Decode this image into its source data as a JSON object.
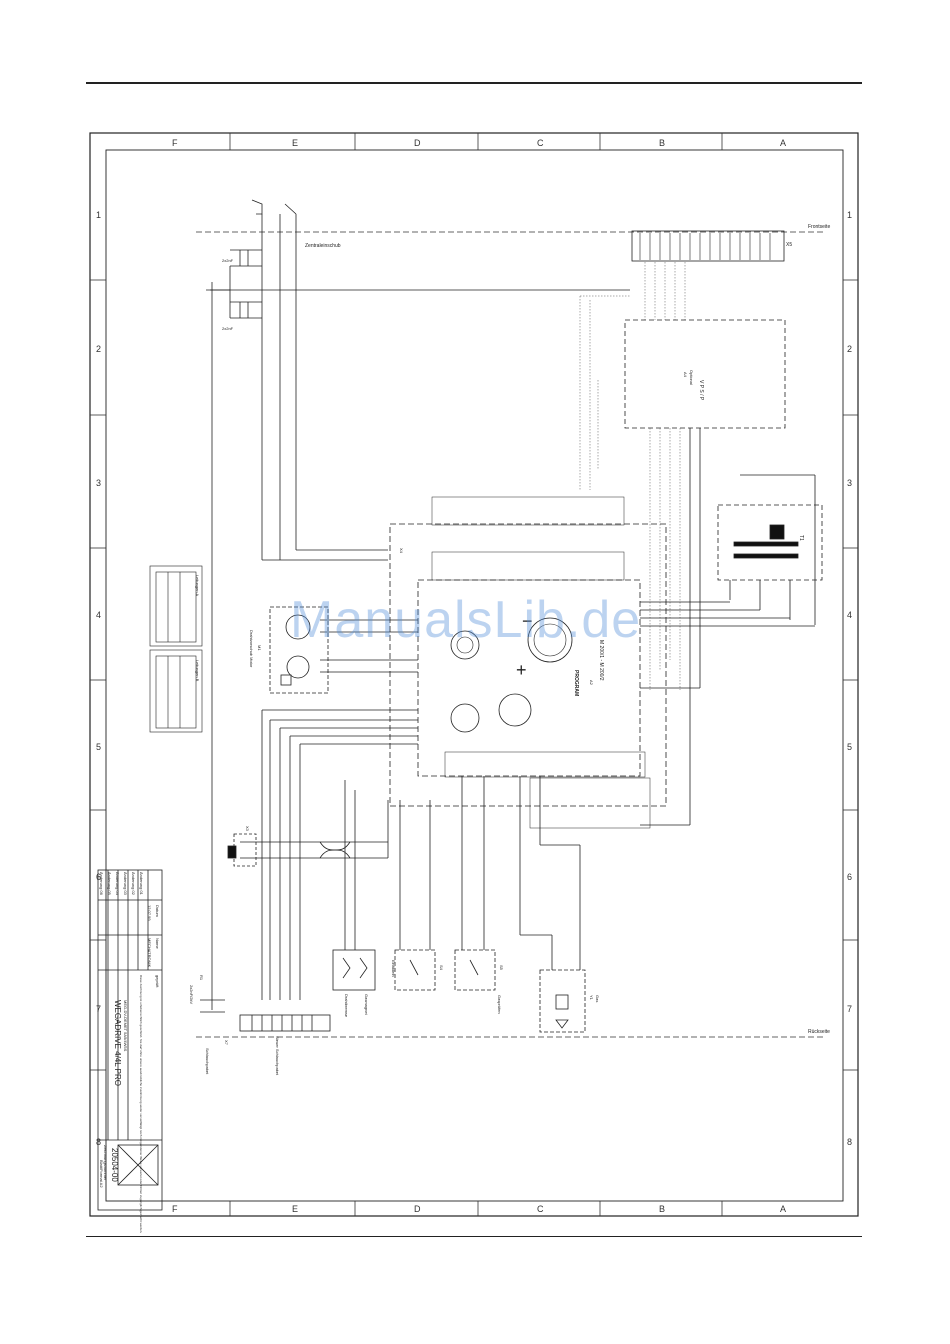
{
  "watermark": "ManualsLib.de",
  "grid": {
    "columns": [
      "F",
      "E",
      "D",
      "C",
      "B",
      "A"
    ],
    "rows": [
      "1",
      "2",
      "3",
      "4",
      "5",
      "6",
      "7",
      "8"
    ]
  },
  "title_block": {
    "product": "WEGADRIVE 4/4L PRO",
    "subtitle": "MEG-DV-DEMET 5A5/4W5S",
    "drawing_label": "Zeichnungsnummer",
    "drawing_number": "20504-00",
    "sheet": "Blatt/Format A2",
    "note": "Diese Zeichnung ist urheberrechtlich geschützt. Sie darf ohne unsere ausdrückliche Zustimmung weder vervielfältigt noch in irgendeiner Weise verwertet oder Dritten zugänglich gemacht werden.",
    "revisions": [
      "Änderung 01",
      "Änderung 02",
      "Änderung 03",
      "Änderung 04",
      "Änderung 05",
      "Änderung 06"
    ],
    "date_label": "Datum",
    "date_value": "12.07.99",
    "name_label": "Name",
    "name_value": "MECHATRONIK",
    "approved_label": "geprüft"
  },
  "labels": {
    "x5": "X5",
    "x5_desc": "Zentraleinschub",
    "x4": "X4",
    "x3": "X3",
    "x7": "X7",
    "x7_desc": "Schlauchpaket",
    "frontseite": "Frontseite",
    "rueckseite": "Rückseite",
    "a4": "A4",
    "a4_title": "Optional",
    "a4_name": "V P S / P",
    "a2": "A2",
    "a2_name": "M 200/1 - M 200/2",
    "program": "PROGRAM",
    "t1": "T1",
    "m1": "M1",
    "m1_desc": "Drahtvorschub Motor",
    "y1": "Y1",
    "y1_desc": "Gas",
    "s4": "S4",
    "s4_desc": "Einfädeln",
    "s5": "S5",
    "s5_desc": "Gasprüfen",
    "drahtbremse": "Drahtbremse",
    "gasmagnet": "Gasmagnet",
    "cap1": "2x2nF",
    "cap2": "2x2nF/2kV",
    "leitungen_a": "Leitungen A",
    "leitungen_b": "Leitungen B",
    "steuer": "Steuer Schlauchpaket",
    "r1": "R1"
  }
}
